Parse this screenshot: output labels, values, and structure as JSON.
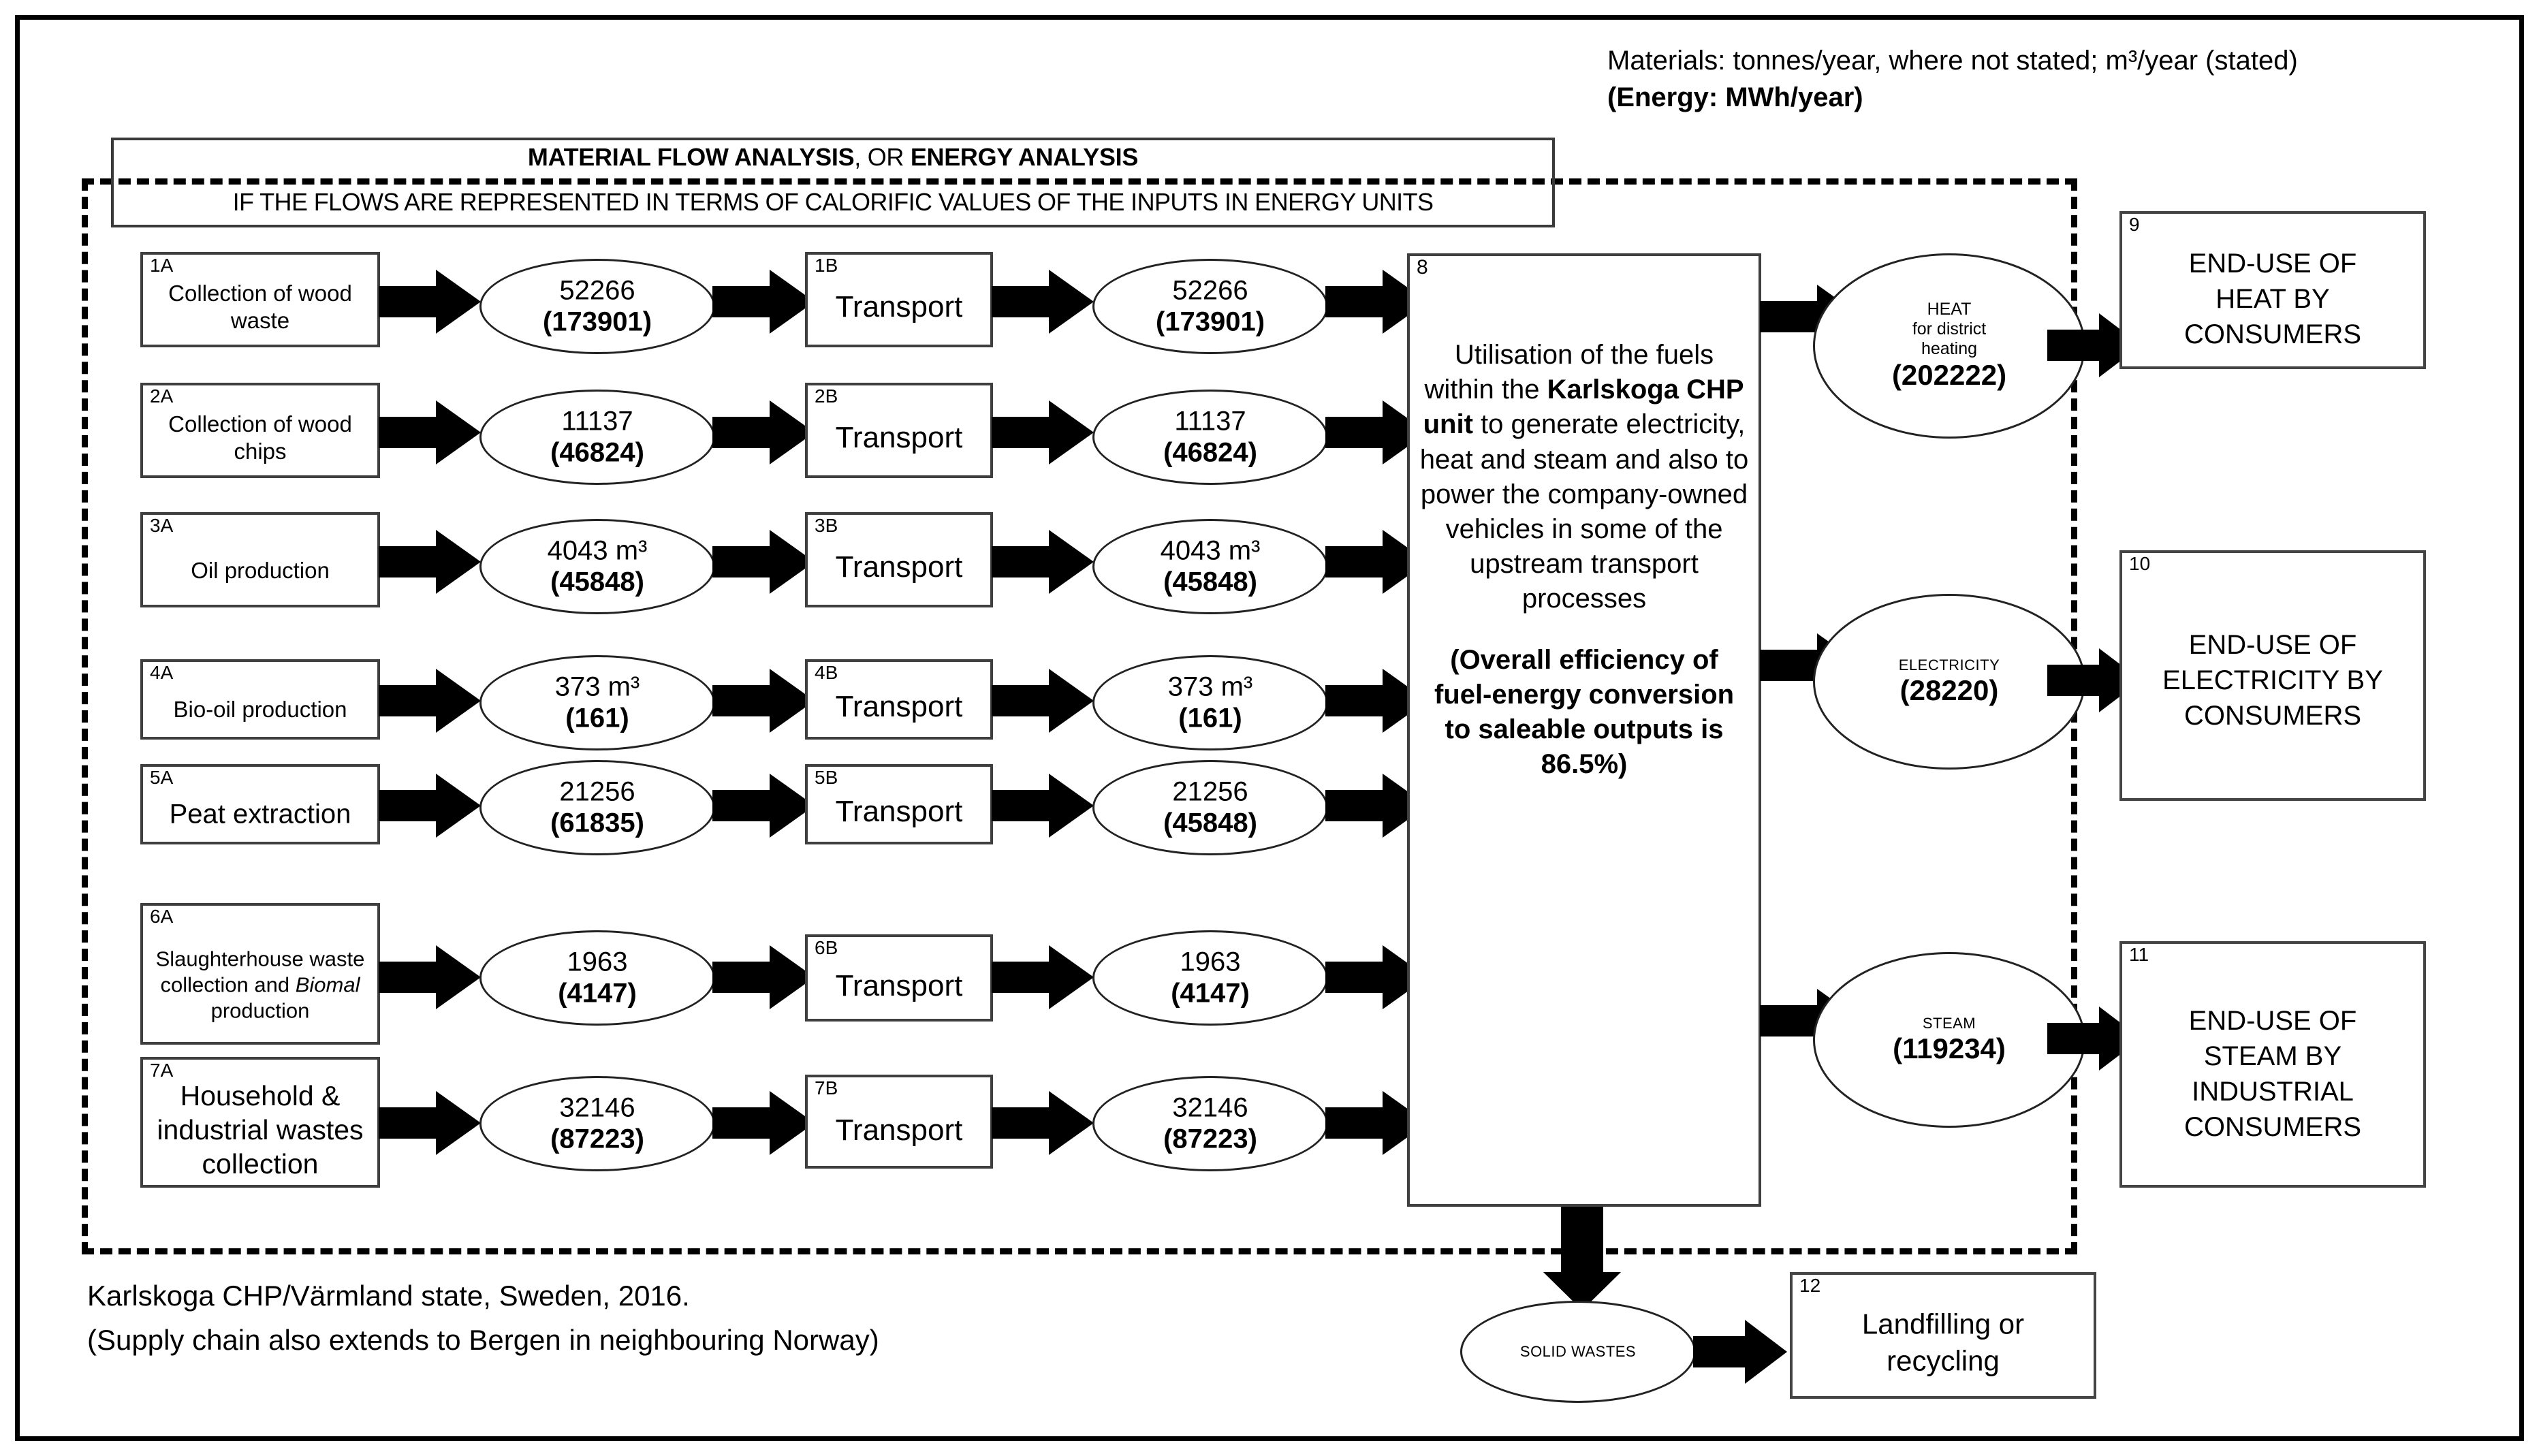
{
  "units_note": {
    "line1": "Materials: tonnes/year, where not stated; m³/year (stated)",
    "line2": "(Energy: MWh/year)"
  },
  "header_box": {
    "line1_a": "MATERIAL FLOW ANALYSIS",
    "line1_b": ", OR ",
    "line1_c": "ENERGY ANALYSIS",
    "line2": "IF THE FLOWS ARE REPRESENTED IN TERMS OF CALORIFIC VALUES OF THE INPUTS IN ENERGY UNITS"
  },
  "rows": [
    {
      "source": {
        "num": "1A",
        "label": "Collection of wood waste"
      },
      "flow1": {
        "mass": "52266",
        "energy": "(173901)"
      },
      "transport": {
        "num": "1B",
        "label": "Transport"
      },
      "flow2": {
        "mass": "52266",
        "energy": "(173901)"
      }
    },
    {
      "source": {
        "num": "2A",
        "label": "Collection of wood chips"
      },
      "flow1": {
        "mass": "11137",
        "energy": "(46824)"
      },
      "transport": {
        "num": "2B",
        "label": "Transport"
      },
      "flow2": {
        "mass": "11137",
        "energy": "(46824)"
      }
    },
    {
      "source": {
        "num": "3A",
        "label": "Oil production"
      },
      "flow1": {
        "mass": "4043 m³",
        "energy": "(45848)"
      },
      "transport": {
        "num": "3B",
        "label": "Transport"
      },
      "flow2": {
        "mass": "4043 m³",
        "energy": "(45848)"
      }
    },
    {
      "source": {
        "num": "4A",
        "label": "Bio-oil production"
      },
      "flow1": {
        "mass": "373 m³",
        "energy": "(161)"
      },
      "transport": {
        "num": "4B",
        "label": "Transport"
      },
      "flow2": {
        "mass": "373 m³",
        "energy": "(161)"
      }
    },
    {
      "source": {
        "num": "5A",
        "label": "Peat extraction"
      },
      "flow1": {
        "mass": "21256",
        "energy": "(61835)"
      },
      "transport": {
        "num": "5B",
        "label": "Transport"
      },
      "flow2": {
        "mass": "21256",
        "energy": "(45848)"
      }
    },
    {
      "source": {
        "num": "6A",
        "label_a": "Slaughterhouse waste collection and ",
        "label_italic": "Biomal",
        "label_b": " production"
      },
      "flow1": {
        "mass": "1963",
        "energy": "(4147)"
      },
      "transport": {
        "num": "6B",
        "label": "Transport"
      },
      "flow2": {
        "mass": "1963",
        "energy": "(4147)"
      }
    },
    {
      "source": {
        "num": "7A",
        "label": "Household & industrial wastes collection"
      },
      "flow1": {
        "mass": "32146",
        "energy": "(87223)"
      },
      "transport": {
        "num": "7B",
        "label": "Transport"
      },
      "flow2": {
        "mass": "32146",
        "energy": "(87223)"
      }
    }
  ],
  "chp": {
    "num": "8",
    "para1_a": "Utilisation of the fuels within the ",
    "para1_bold": "Karlskoga CHP unit",
    "para1_b": " to generate electricity, heat and steam and also to power the company-owned vehicles in some of the upstream transport processes",
    "para2": "(Overall efficiency of fuel-energy conversion to saleable outputs is 86.5%)"
  },
  "outputs": [
    {
      "name_line1": "HEAT",
      "name_line2": "for district",
      "name_line3": "heating",
      "value": "(202222)"
    },
    {
      "name_line1": "ELECTRICITY",
      "value": "(28220)"
    },
    {
      "name_line1": "STEAM",
      "value": "(119234)"
    }
  ],
  "end_uses": [
    {
      "num": "9",
      "line1": "END-USE OF",
      "line2": "HEAT BY",
      "line3": "CONSUMERS"
    },
    {
      "num": "10",
      "line1": "END-USE OF",
      "line2": "ELECTRICITY BY",
      "line3": "CONSUMERS"
    },
    {
      "num": "11",
      "line1": "END-USE OF",
      "line2": "STEAM BY",
      "line3": "INDUSTRIAL",
      "line4": "CONSUMERS"
    }
  ],
  "solid_wastes": {
    "label": "SOLID WASTES"
  },
  "landfill": {
    "num": "12",
    "line1": "Landfilling or",
    "line2": "recycling"
  },
  "caption": {
    "line1": "Karlskoga CHP/Värmland state, Sweden, 2016.",
    "line2": "(Supply chain also extends to Bergen in neighbouring Norway)"
  },
  "colors": {
    "ink": "#000000",
    "box_border": "#3f3f3f",
    "background": "#ffffff"
  }
}
